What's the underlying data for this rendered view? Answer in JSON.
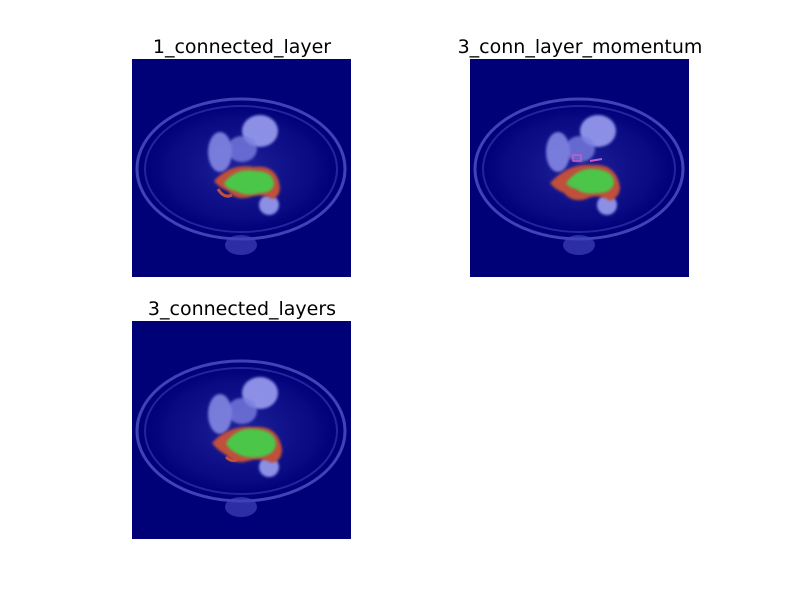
{
  "figure": {
    "panels": [
      {
        "title": "1_connected_layer",
        "variant": "a"
      },
      {
        "title": "3_conn_layer_momentum",
        "variant": "b"
      },
      {
        "title": "3_connected_layers",
        "variant": "c"
      }
    ]
  },
  "colors": {
    "background": "#ffffff",
    "scan_base": "#000077",
    "scan_highlight": "#8a8ee8",
    "overlay_green": "#4cc64a",
    "overlay_red": "#c0503a",
    "overlay_magenta": "#c85ac8"
  }
}
